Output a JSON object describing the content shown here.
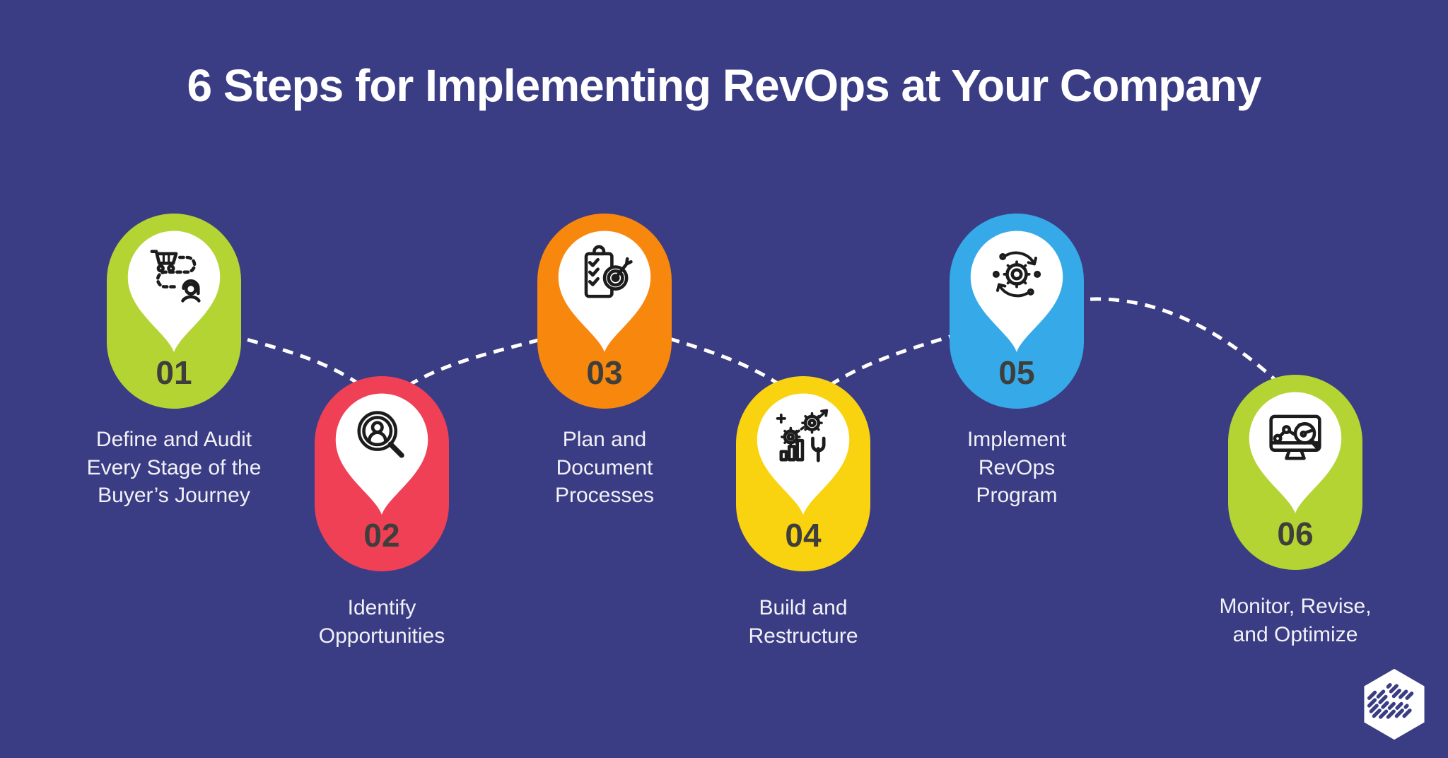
{
  "title": "6 Steps for Implementing RevOps at Your Company",
  "background_color": "#3b3d84",
  "connector_color": "#ffffff",
  "number_color": "#3e3e3c",
  "steps": [
    {
      "number": "01",
      "label": "Define and Audit\nEvery Stage of the\nBuyer’s Journey",
      "pill_color": "#b4d434",
      "icon": "buyer-journey-icon"
    },
    {
      "number": "02",
      "label": "Identify\nOpportunities",
      "pill_color": "#f04055",
      "icon": "search-person-icon"
    },
    {
      "number": "03",
      "label": "Plan and\nDocument\nProcesses",
      "pill_color": "#f8870e",
      "icon": "clipboard-target-icon"
    },
    {
      "number": "04",
      "label": "Build and\nRestructure",
      "pill_color": "#f9d30f",
      "icon": "gears-tools-icon"
    },
    {
      "number": "05",
      "label": "Implement\nRevOps\nProgram",
      "pill_color": "#36a9e8",
      "icon": "gear-cycle-icon"
    },
    {
      "number": "06",
      "label": "Monitor, Revise,\nand Optimize",
      "pill_color": "#b4d434",
      "icon": "monitor-analytics-icon"
    }
  ],
  "logo": {
    "icon": "hexagon-globe-logo",
    "color": "#ffffff"
  }
}
